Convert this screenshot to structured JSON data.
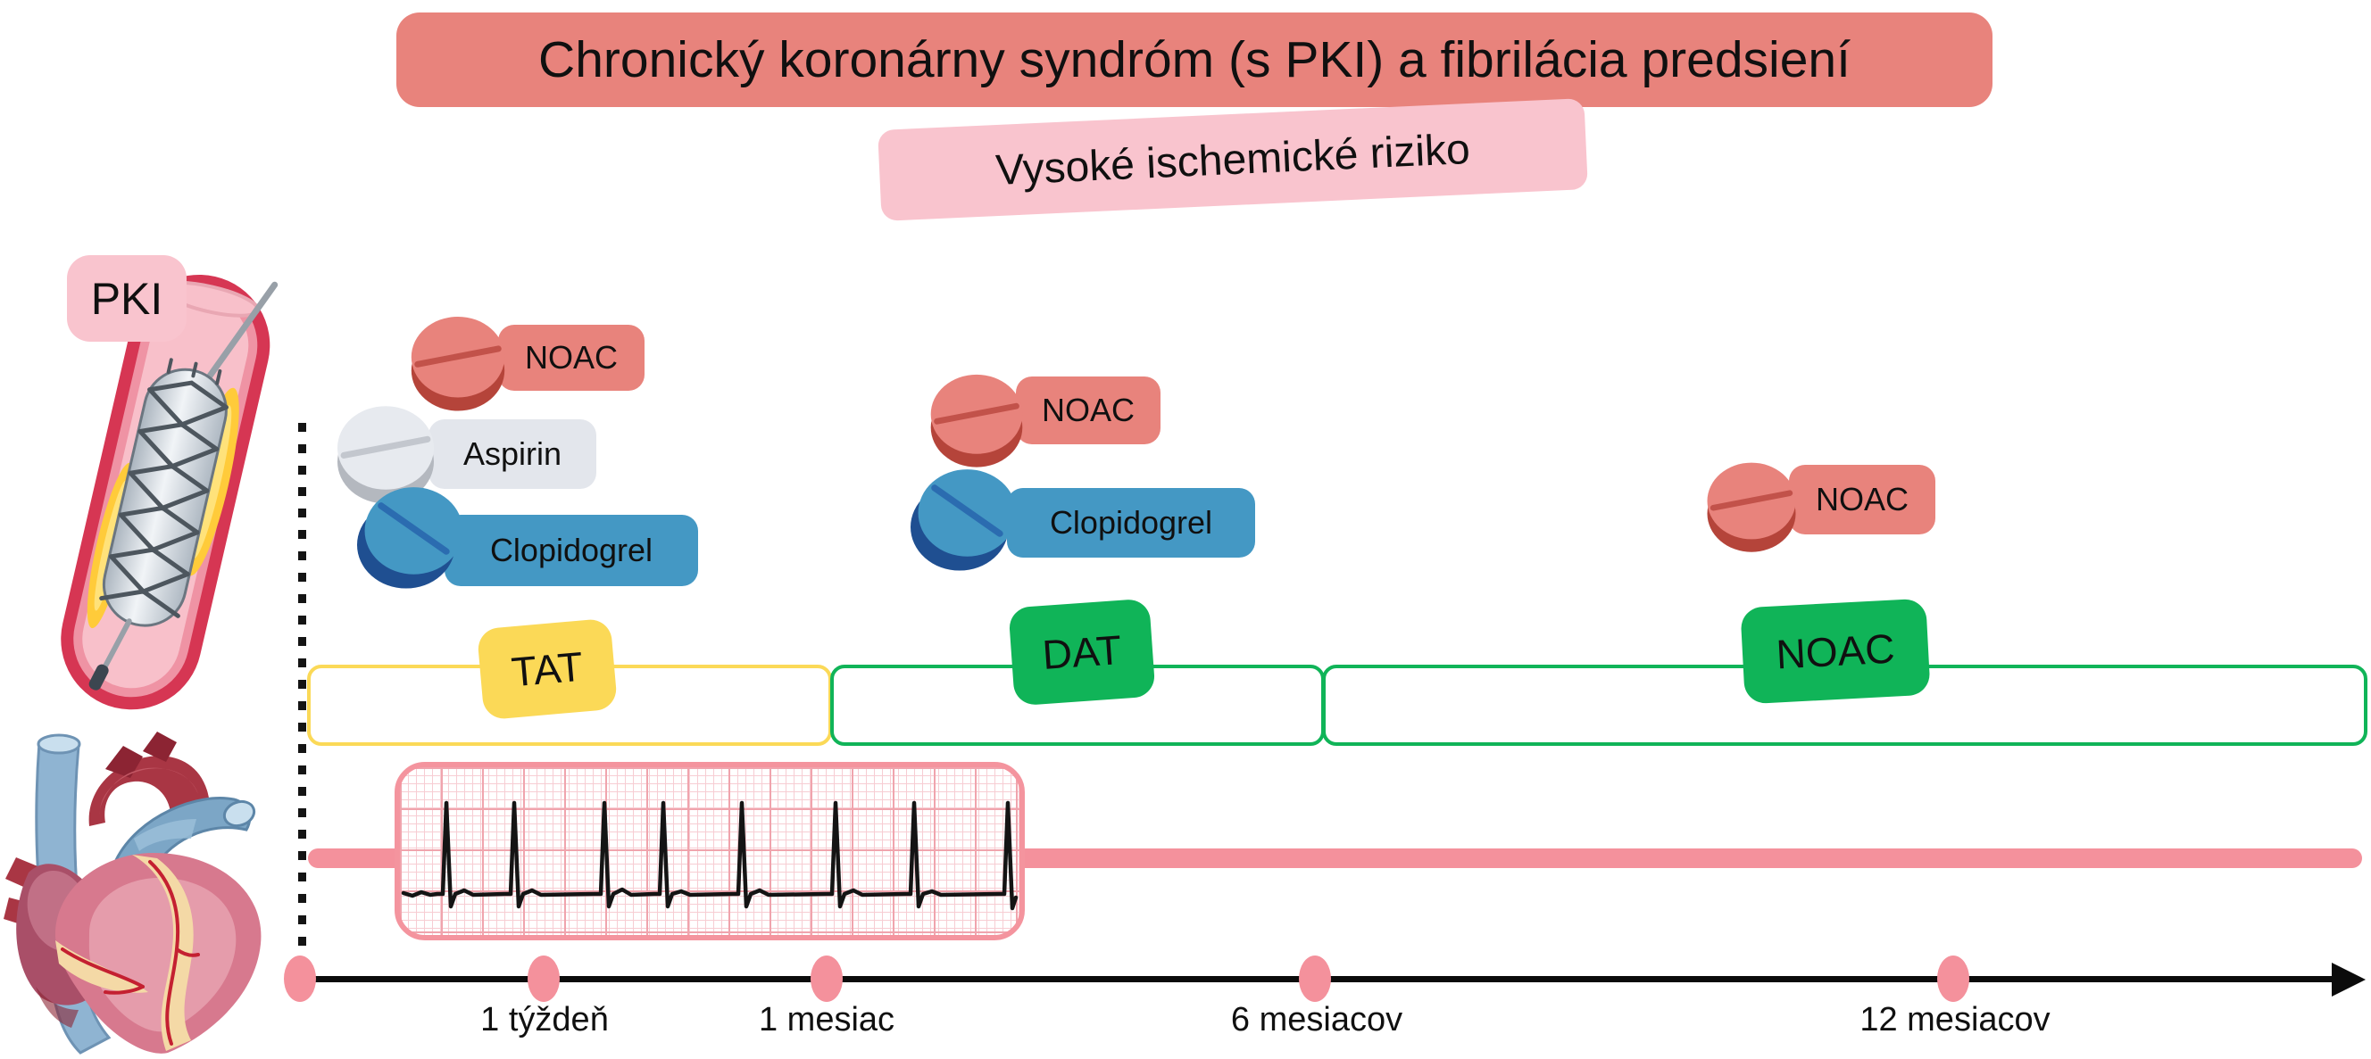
{
  "header": {
    "title": "Chronický koronárny syndróm (s PKI) a fibrilácia predsiení",
    "subtitle": "Vysoké ischemické riziko",
    "title_bg": "#e8837c",
    "subtitle_bg": "#f9c4ce"
  },
  "left_panel": {
    "pki_label": "PKI",
    "stent_icon": "coronary-artery-stent-illustration",
    "heart_icon": "anatomical-heart-illustration"
  },
  "medications": {
    "group_tat": [
      {
        "name": "NOAC",
        "color": "#e8837c"
      },
      {
        "name": "Aspirin",
        "color": "#e3e6ec"
      },
      {
        "name": "Clopidogrel",
        "color": "#4498c4"
      }
    ],
    "group_dat": [
      {
        "name": "NOAC",
        "color": "#e8837c"
      },
      {
        "name": "Clopidogrel",
        "color": "#4498c4"
      }
    ],
    "group_noac": [
      {
        "name": "NOAC",
        "color": "#e8837c"
      }
    ]
  },
  "phases": [
    {
      "label": "TAT",
      "badge_color": "#fbd957",
      "outline_color": "#fbd957"
    },
    {
      "label": "DAT",
      "badge_color": "#10b458",
      "outline_color": "#10b458"
    },
    {
      "label": "NOAC",
      "badge_color": "#10b458",
      "outline_color": "#10b458"
    }
  ],
  "timeline": {
    "ticks": [
      "1 týždeň",
      "1 mesiac",
      "6 mesiacov",
      "12 mesiacov"
    ],
    "dot_color": "#f4919c",
    "band_color": "#f4919c",
    "ecg_icon": "ecg-strip"
  }
}
